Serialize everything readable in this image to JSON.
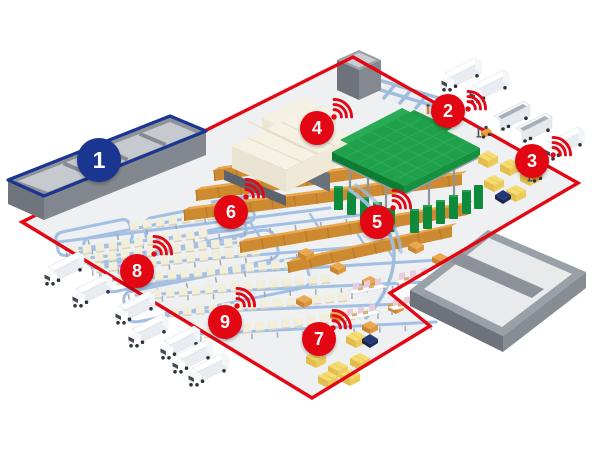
{
  "diagram": {
    "markers": [
      {
        "number": "1",
        "color": "#1a3691",
        "wifi_icon": false
      },
      {
        "number": "2",
        "color": "#e30613",
        "wifi_icon": true
      },
      {
        "number": "3",
        "color": "#e30613",
        "wifi_icon": true
      },
      {
        "number": "4",
        "color": "#e30613",
        "wifi_icon": true
      },
      {
        "number": "5",
        "color": "#e30613",
        "wifi_icon": true
      },
      {
        "number": "6",
        "color": "#e30613",
        "wifi_icon": true
      },
      {
        "number": "7",
        "color": "#e30613",
        "wifi_icon": true
      },
      {
        "number": "8",
        "color": "#e30613",
        "wifi_icon": true
      },
      {
        "number": "9",
        "color": "#e30613",
        "wifi_icon": true
      }
    ],
    "icons": {
      "wifi": "wifi-signal-icon"
    },
    "colors": {
      "boundary_red": "#e30613",
      "marker_blue": "#1a3691",
      "conveyor_blue": "#a3c0e4",
      "storage_green": "#1fa04a",
      "rack_orange": "#e2a34c",
      "pallet_yellow": "#f2d35c",
      "floor_gray": "#eef0f2",
      "building_gray": "#8b9097",
      "parcel_cream": "#f2eedc",
      "divider_pink": "#eccade",
      "tarp_navy": "#1e2f66"
    }
  }
}
